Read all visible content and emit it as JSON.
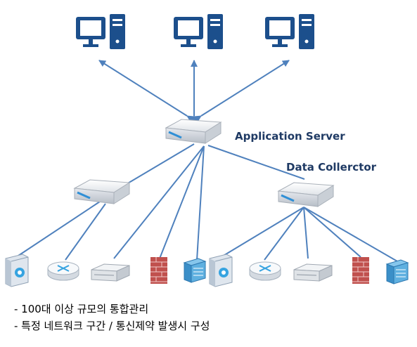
{
  "labels": {
    "application_server": "Application Server",
    "data_collector": "Data Collerctor"
  },
  "notes": [
    "- 100대 이상 규모의 통합관리",
    "- 특정 네트워크 구간 / 통신제약 발생시 구성"
  ],
  "colors": {
    "monitor": "#1c4f8c",
    "line": "#4f81bd",
    "label": "#1f3a64",
    "firewall": "#c0504d",
    "switch": "#4aa3d8"
  },
  "icons": {
    "client": "desktop-pc-icon",
    "server": "network-appliance-icon",
    "devices": [
      "storage-server-icon",
      "router-icon",
      "rack-server-icon",
      "firewall-icon",
      "switch-icon"
    ]
  }
}
